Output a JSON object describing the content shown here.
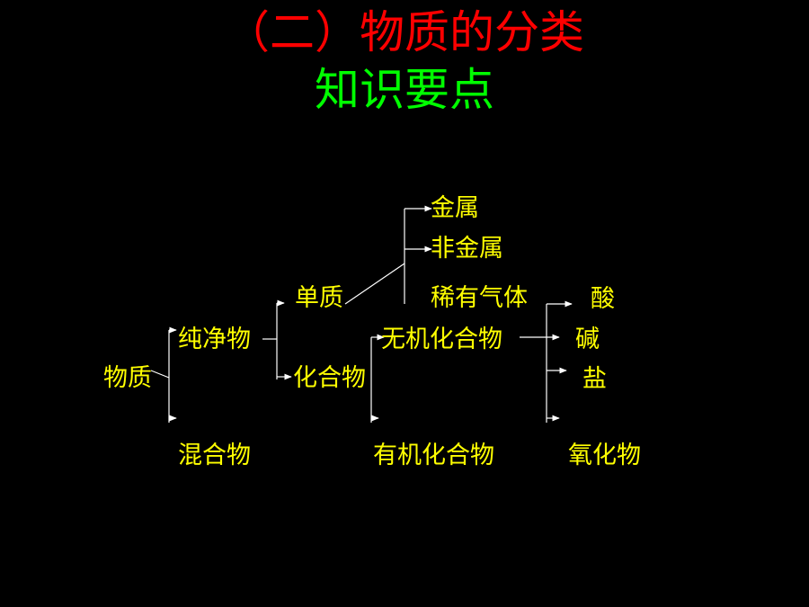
{
  "slide": {
    "title": "（二）物质的分类",
    "subtitle": "知识要点"
  },
  "tree": {
    "root": "物质",
    "pure_substance": "纯净物",
    "mixture": "混合物",
    "element": "单质",
    "compound": "化合物",
    "metal": "金属",
    "nonmetal": "非金属",
    "noble_gas": "稀有气体",
    "inorganic_compound": "无机化合物",
    "organic_compound": "有机化合物",
    "acid": "酸",
    "base": "碱",
    "salt": "盐",
    "oxide": "氧化物"
  },
  "colors": {
    "background": "#000000",
    "title": "#ff0000",
    "subtitle": "#00ff00",
    "node_text": "#ffff00",
    "connector": "#ffffff"
  }
}
